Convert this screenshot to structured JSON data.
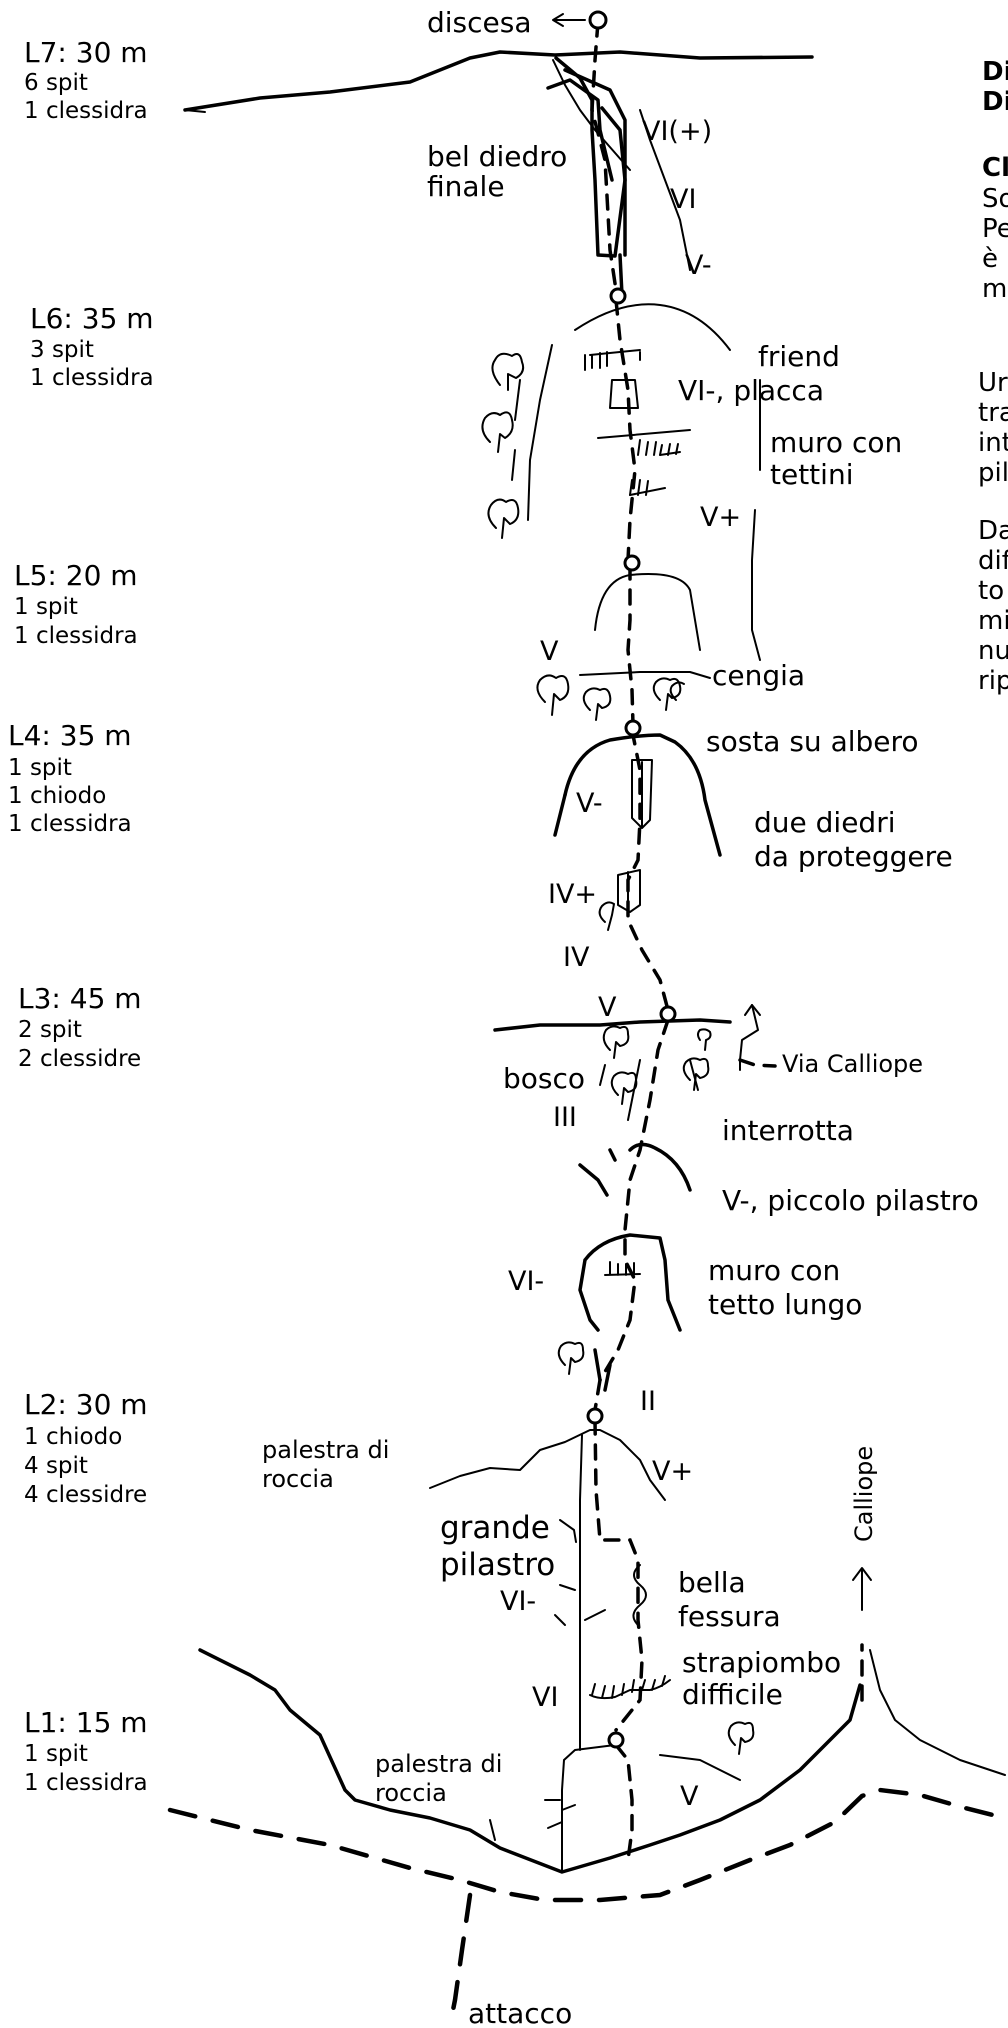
{
  "pitches": [
    {
      "title": "L7: 30 m",
      "gear": [
        "6 spit",
        "1 clessidra"
      ]
    },
    {
      "title": "L6: 35 m",
      "gear": [
        "3 spit",
        "1 clessidra"
      ]
    },
    {
      "title": "L5: 20 m",
      "gear": [
        "1 spit",
        "1 clessidra"
      ]
    },
    {
      "title": "L4: 35 m",
      "gear": [
        "1 spit",
        "1 chiodo",
        "1 clessidra"
      ]
    },
    {
      "title": "L3: 45 m",
      "gear": [
        "2 spit",
        "2 clessidre"
      ]
    },
    {
      "title": "L2: 30 m",
      "gear": [
        "1 chiodo",
        "4 spit",
        "4 clessidre"
      ]
    },
    {
      "title": "L1: 15 m",
      "gear": [
        "1 spit",
        "1 clessidra"
      ]
    }
  ],
  "labels": {
    "discesa": "discesa",
    "bel_diedro": [
      "bel diedro",
      "finale"
    ],
    "friend": "friend",
    "placca": "VI-, placca",
    "muro_tettini": [
      "muro con",
      "tettini"
    ],
    "cengia": "cengia",
    "sosta_albero": "sosta su albero",
    "due_diedri": [
      "due diedri",
      "da proteggere"
    ],
    "via_calliope": "Via Calliope",
    "bosco": "bosco",
    "interrotta": "interrotta",
    "piccolo_pilastro": "V-, piccolo pilastro",
    "muro_tetto": [
      "muro con",
      "tetto lungo"
    ],
    "palestra_1": [
      "palestra di",
      "roccia"
    ],
    "grande_pilastro": [
      "grande",
      "pilastro"
    ],
    "bella_fessura": [
      "bella",
      "fessura"
    ],
    "strapiombo": [
      "strapiombo",
      "difficile"
    ],
    "palestra_2": [
      "palestra di",
      "roccia"
    ],
    "calliope": "Calliope",
    "attacco": "attacco"
  },
  "grades": {
    "l7_top": "VI(+)",
    "l7_mid": "VI",
    "l7_low": "V-",
    "l6_low": "V+",
    "l5": "V",
    "l4_v": "V-",
    "l4_ivp": "IV+",
    "l4_iv": "IV",
    "l3_v": "V",
    "l3_iii": "III",
    "l3_vi": "VI-",
    "l3_ii": "II",
    "l2_vp": "V+",
    "l2_vi": "VI-",
    "l1_vi": "VI",
    "l1_v": "V"
  },
  "side_text": {
    "lines": [
      "Di",
      "Di",
      "Cl",
      "So",
      "Pe",
      "è",
      "m",
      "Ur",
      "tra",
      "int",
      "pil",
      "Da",
      "dif",
      "to",
      "mi",
      "nu",
      "rip"
    ]
  }
}
